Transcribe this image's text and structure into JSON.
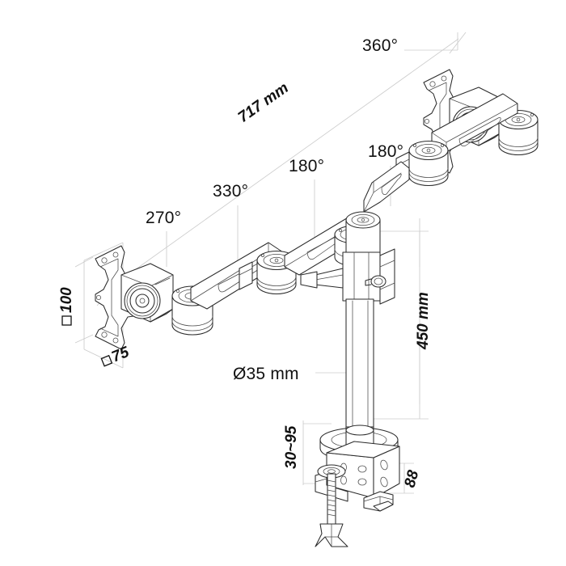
{
  "drawing": {
    "title": "Dual monitor desk mount - dimensioned isometric drawing",
    "background_color": "#ffffff",
    "line_color": "#2b2b2b",
    "construction_line_color": "#c9c9c9",
    "text_color": "#111111"
  },
  "dimensions": {
    "reach": "717 mm",
    "column_height": "450 mm",
    "pole_diameter": "Ø35 mm",
    "clamp_range": "30~95",
    "clamp_depth": "88",
    "vesa_100": "100",
    "vesa_75": "75",
    "square_symbol": "□"
  },
  "rotation_labels": {
    "top_plate_rotation": "360°",
    "right_arm_joint": "180°",
    "center_joint": "180°",
    "left_mid_joint": "330°",
    "left_plate_rotation": "270°"
  },
  "components": {
    "left_vesa_plate": "left-vesa-mounting-plate",
    "right_vesa_plate": "right-vesa-mounting-plate",
    "left_arm": "left-articulating-arm",
    "right_arm": "right-articulating-arm",
    "center_pole": "vertical-support-pole",
    "desk_clamp": "desk-c-clamp",
    "clamp_screw": "clamp-thumb-screw"
  }
}
